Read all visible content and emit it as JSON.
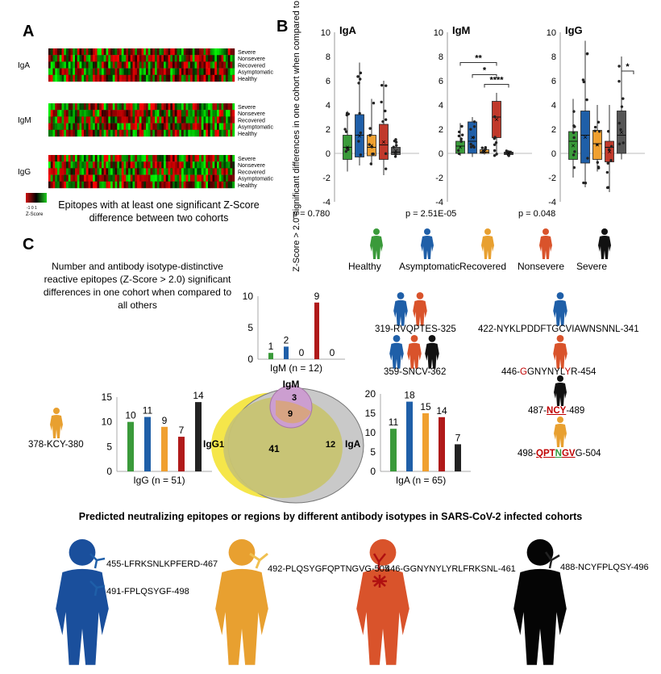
{
  "panels": {
    "a": "A",
    "b": "B",
    "c": "C"
  },
  "heatmap": {
    "blocks": [
      {
        "label": "IgA",
        "rows": [
          "Severe",
          "Nonsevere",
          "Recovered",
          "Asymptomatic",
          "Healthy"
        ]
      },
      {
        "label": "IgM",
        "rows": [
          "Severe",
          "Nonsevere",
          "Recovered",
          "Asymptomatic",
          "Healthy"
        ]
      },
      {
        "label": "IgG",
        "rows": [
          "Severe",
          "Nonsevere",
          "Recovered",
          "Asymptomatic",
          "Healthy"
        ]
      }
    ],
    "scale_ticks": "-1  0  1",
    "scale_label": "Z-Score",
    "caption": "Epitopes with at least one significant Z-Score difference between two cohorts"
  },
  "colors": {
    "healthy": "#3a9a3a",
    "asymptomatic": "#1f5fa8",
    "recovered": "#f0a030",
    "nonsevere": "#c0392b",
    "severe": "#222222",
    "heat_red": "#d01010",
    "heat_green": "#20d020"
  },
  "legend": [
    {
      "name": "Healthy",
      "color": "#3a9a3a"
    },
    {
      "name": "Asymptomatic",
      "color": "#1f5fa8"
    },
    {
      "name": "Recovered",
      "color": "#e8a030"
    },
    {
      "name": "Nonsevere",
      "color": "#d9532b"
    },
    {
      "name": "Severe",
      "color": "#111111"
    }
  ],
  "venn": {
    "igm": "IgM",
    "igg": "IgG",
    "iga": "IgA",
    "only_igg": "1",
    "igm_iga": "3",
    "all_three": "9",
    "center": "41",
    "only_iga": "12"
  },
  "epitopes": {
    "e1": "319-RVQPTES-325",
    "e2": "422-NYKLPDDFTGCVIAWNSNNL-341",
    "e3": "359-SNCV-362",
    "e4_pre": "446-",
    "e4_a": "G",
    "e4_b": "GNYNYL",
    "e4_c": "Y",
    "e4_d": "R",
    "e4_post": "-454",
    "e5_pre": "487-",
    "e5_a": "NCY",
    "e5_post": "-489",
    "e6_pre": "498-",
    "e6_a": "QPT",
    "e6_b": "N",
    "e6_c": "GV",
    "e6_post": "G-504",
    "e7": "378-KCY-380"
  },
  "c_title": "Number and antibody isotype-distinctive reactive epitopes (Z-Score > 2.0) significant differences in one cohort when compared to all others",
  "bottom": {
    "title": "Predicted neutralizing epitopes or regions by different antibody isotypes in SARS-CoV-2 infected cohorts",
    "asym1": "455-LFRKSNLKPFERD-467",
    "asym2": "491-FPLQSYGF-498",
    "rec": "492-PLQSYGFQPTNGVG-505",
    "nons": "446-GGNYNYLYRLFRKSNL-461",
    "sev": "488-NCYFPLQSY-496"
  },
  "chart_data": [
    {
      "type": "box",
      "title": "IgA",
      "ylabel": "Z-Score > 2.0 significant differences in one cohort when compared to all others",
      "ylim": [
        -4,
        10
      ],
      "yticks": [
        -4,
        -2,
        0,
        2,
        4,
        6,
        8,
        10
      ],
      "p_value": "p = 0.780",
      "series": [
        {
          "name": "Healthy",
          "min": -1.5,
          "q1": -0.5,
          "median": 0.5,
          "q3": 1.5,
          "max": 3.5
        },
        {
          "name": "Asymptomatic",
          "min": -1,
          "q1": -0.3,
          "median": 1.5,
          "q3": 3.2,
          "max": 7.5
        },
        {
          "name": "Recovered",
          "min": -1,
          "q1": -0.2,
          "median": 0.5,
          "q3": 1.5,
          "max": 4.5
        },
        {
          "name": "Nonsevere",
          "min": -1.8,
          "q1": -0.5,
          "median": 0.7,
          "q3": 2.4,
          "max": 6
        },
        {
          "name": "Severe",
          "min": -0.3,
          "q1": -0.1,
          "median": 0.1,
          "q3": 0.5,
          "max": 1.2
        }
      ]
    },
    {
      "type": "box",
      "title": "IgM",
      "ylim": [
        -4,
        10
      ],
      "yticks": [
        -4,
        -2,
        0,
        2,
        4,
        6,
        8,
        10
      ],
      "p_value": "p = 2.51E-05",
      "significance": [
        "**",
        "*",
        "****"
      ],
      "series": [
        {
          "name": "Healthy",
          "min": -0.2,
          "q1": 0,
          "median": 0.6,
          "q3": 1,
          "max": 2.5
        },
        {
          "name": "Asymptomatic",
          "min": -0.3,
          "q1": 0,
          "median": 1,
          "q3": 2.6,
          "max": 3
        },
        {
          "name": "Recovered",
          "min": -0.1,
          "q1": 0,
          "median": 0.1,
          "q3": 0.3,
          "max": 0.5
        },
        {
          "name": "Nonsevere",
          "min": -0.2,
          "q1": 1.3,
          "median": 3,
          "q3": 4.3,
          "max": 5
        },
        {
          "name": "Severe",
          "min": -0.2,
          "q1": -0.1,
          "median": 0,
          "q3": 0.1,
          "max": 0.2
        }
      ]
    },
    {
      "type": "box",
      "title": "IgG",
      "ylim": [
        -4,
        10
      ],
      "yticks": [
        -4,
        -2,
        0,
        2,
        4,
        6,
        8,
        10
      ],
      "p_value": "p = 0.048",
      "significance": [
        "*"
      ],
      "series": [
        {
          "name": "Healthy",
          "min": -2,
          "q1": -0.5,
          "median": 1,
          "q3": 1.8,
          "max": 4.5
        },
        {
          "name": "Asymptomatic",
          "min": -2.8,
          "q1": -0.8,
          "median": 1.5,
          "q3": 3.5,
          "max": 9.3
        },
        {
          "name": "Recovered",
          "min": -1.5,
          "q1": -0.5,
          "median": 0.8,
          "q3": 1.9,
          "max": 4
        },
        {
          "name": "Nonsevere",
          "min": -3.2,
          "q1": -0.7,
          "median": 0.5,
          "q3": 1,
          "max": 4
        },
        {
          "name": "Severe",
          "min": -0.5,
          "q1": 0,
          "median": 1.5,
          "q3": 3.5,
          "max": 8
        }
      ]
    },
    {
      "type": "bar",
      "title": "",
      "xlabel": "IgM (n = 12)",
      "ylim": [
        0,
        10
      ],
      "yticks": [
        0,
        5,
        10
      ],
      "categories": [
        "Healthy",
        "Asymptomatic",
        "Recovered",
        "Nonsevere",
        "Severe"
      ],
      "values": [
        1,
        2,
        0,
        9,
        0
      ]
    },
    {
      "type": "bar",
      "title": "",
      "xlabel": "IgG (n = 51)",
      "ylim": [
        0,
        15
      ],
      "yticks": [
        0,
        5,
        10,
        15
      ],
      "categories": [
        "Healthy",
        "Asymptomatic",
        "Recovered",
        "Nonsevere",
        "Severe"
      ],
      "values": [
        10,
        11,
        9,
        7,
        14
      ]
    },
    {
      "type": "bar",
      "title": "",
      "xlabel": "IgA (n = 65)",
      "ylim": [
        0,
        20
      ],
      "yticks": [
        0,
        5,
        10,
        15,
        20
      ],
      "categories": [
        "Healthy",
        "Asymptomatic",
        "Recovered",
        "Nonsevere",
        "Severe"
      ],
      "values": [
        11,
        18,
        15,
        14,
        7
      ]
    }
  ]
}
